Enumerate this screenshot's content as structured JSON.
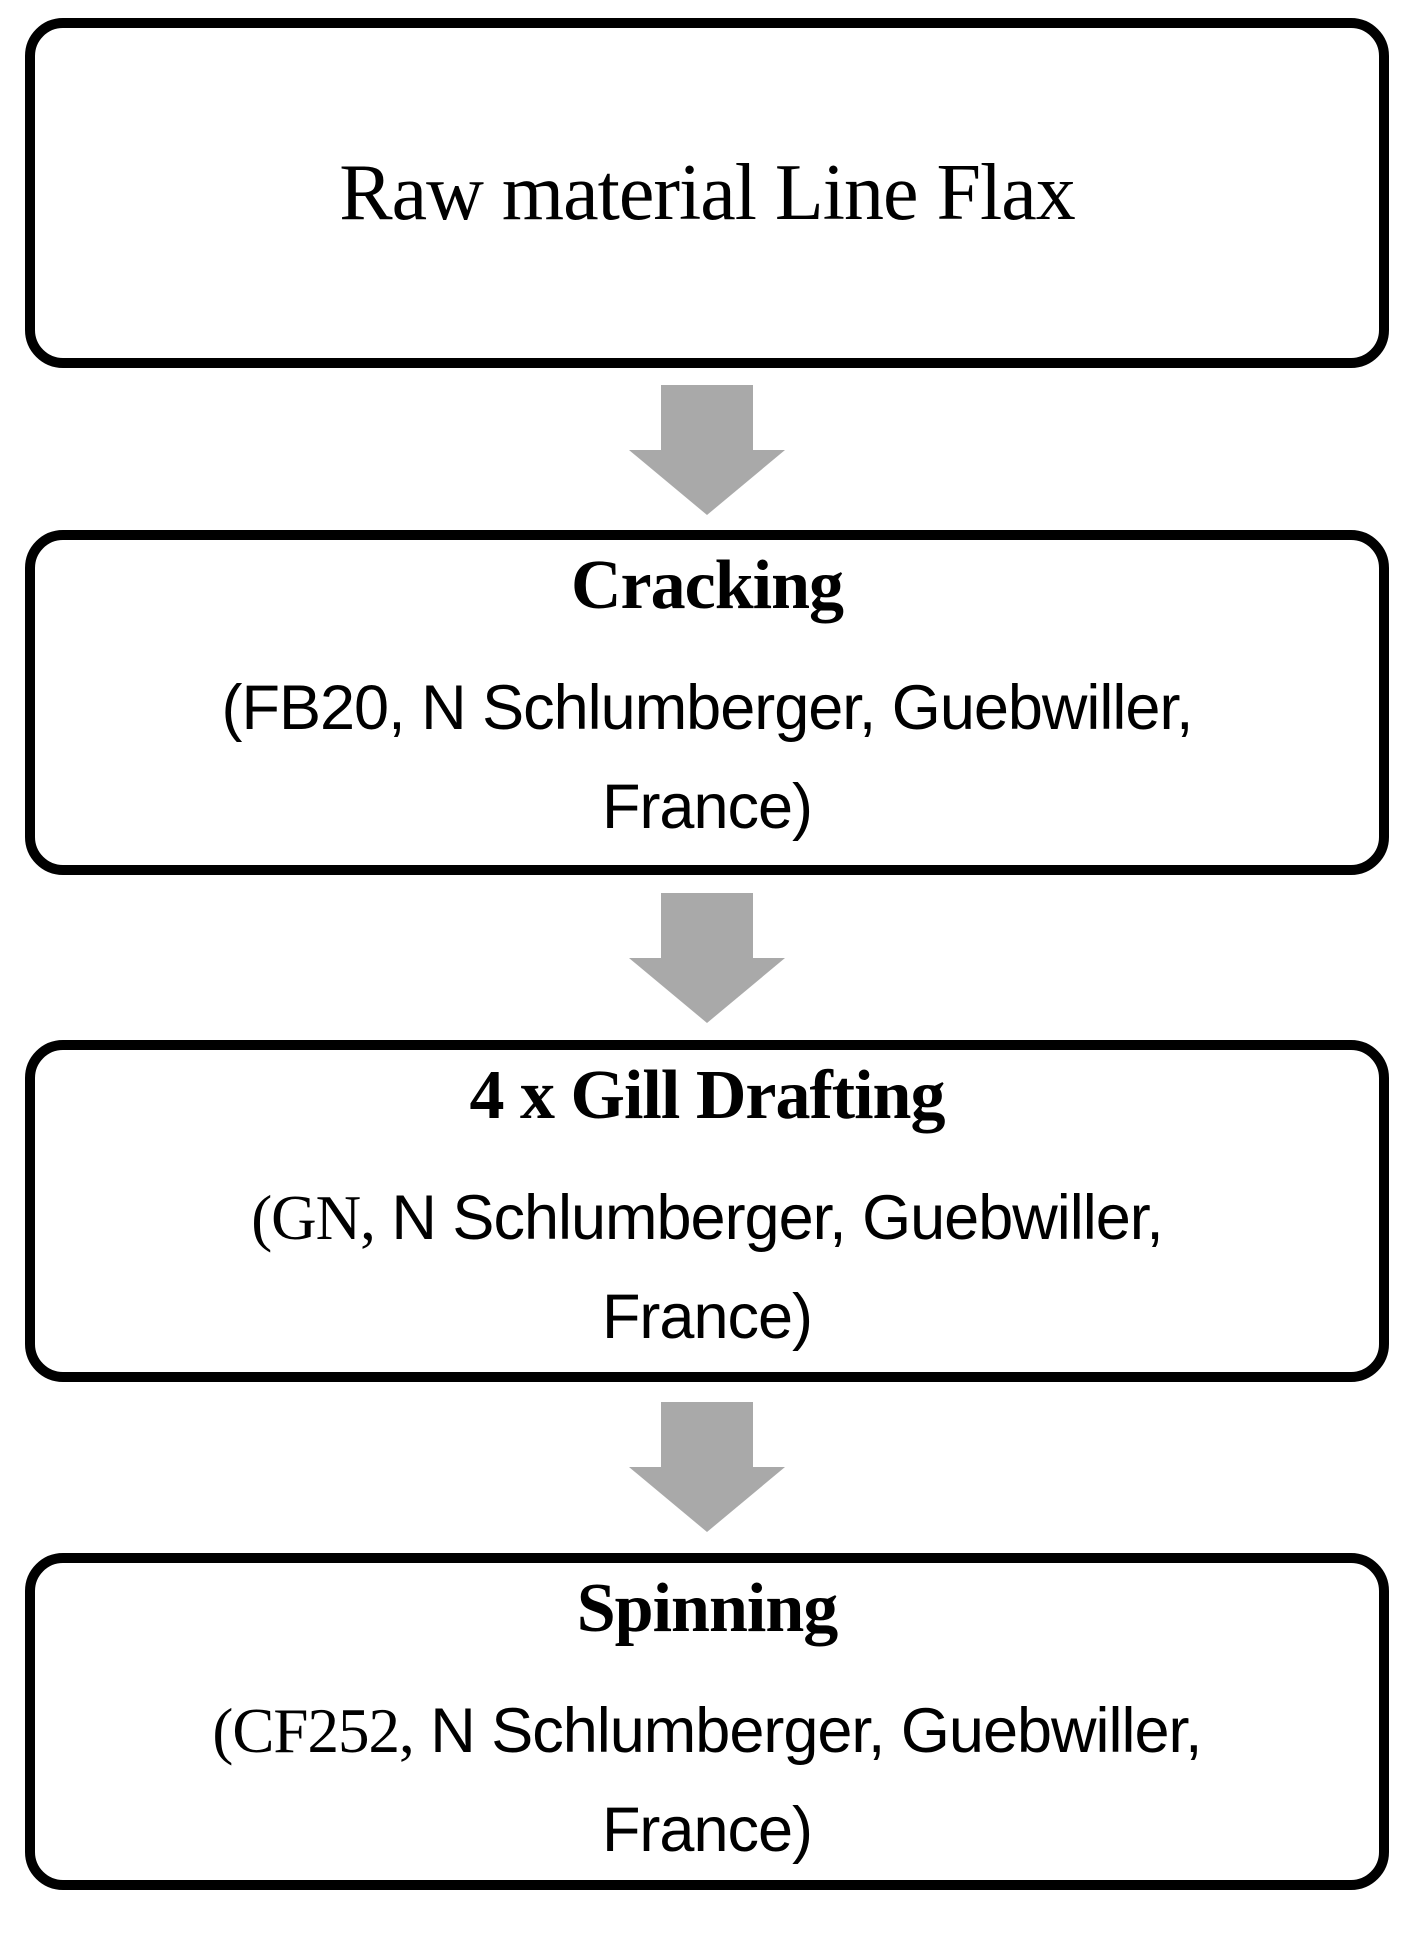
{
  "figure": {
    "boxes": [
      {
        "title": "Raw material Line Flax"
      },
      {
        "title": "Cracking",
        "sub_prefix": "(FB20,",
        "sub_rest": " N Schlumberger, Guebwiller,",
        "sub_line2": "France)"
      },
      {
        "title": "4 x Gill Drafting",
        "sub_prefix": "(GN,",
        "sub_rest": " N Schlumberger, Guebwiller,",
        "sub_line2": "France)"
      },
      {
        "title": "Spinning",
        "sub_prefix": "(CF252,",
        "sub_rest": " N Schlumberger, Guebwiller,",
        "sub_line2": "France)"
      }
    ],
    "arrow_color": "#a9a9a9",
    "border_color": "#000000",
    "text_color": "#000000",
    "background_color": "#ffffff"
  }
}
